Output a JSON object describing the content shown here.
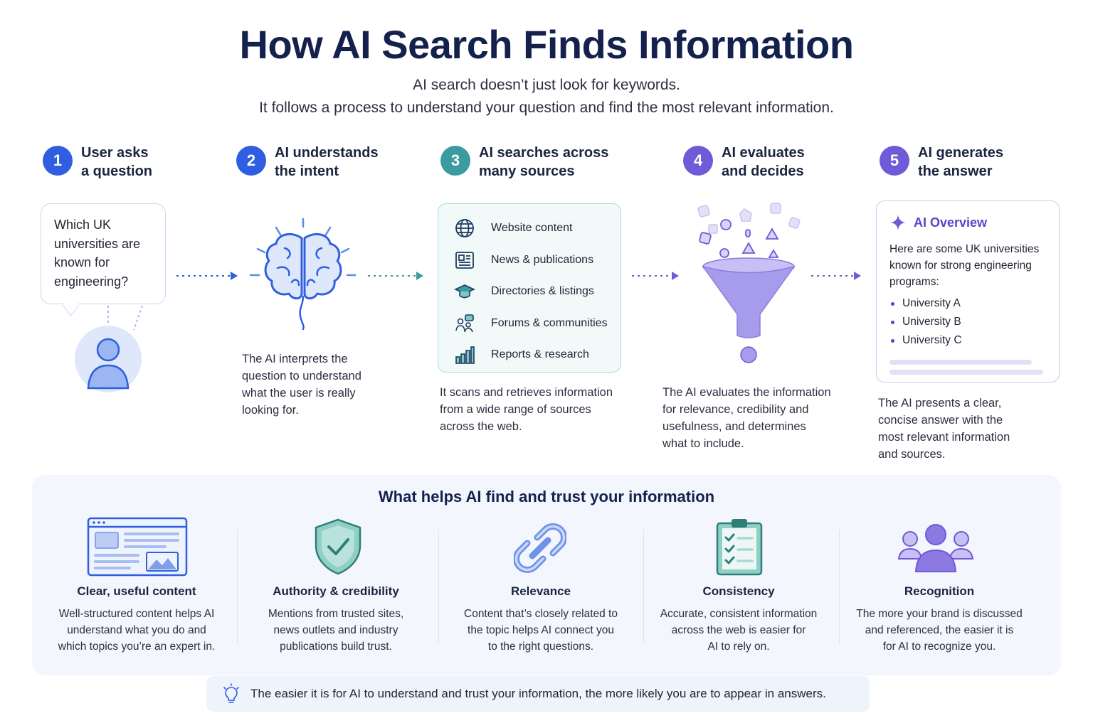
{
  "header": {
    "title": "How AI Search Finds Information",
    "subtitle_line1": "AI search doesn’t just look for keywords.",
    "subtitle_line2": "It follows a process to understand your question and find the most relevant information."
  },
  "steps": [
    {
      "number": "1",
      "title_line1": "User asks",
      "title_line2": "a question",
      "color": "#2f5fe0"
    },
    {
      "number": "2",
      "title_line1": "AI understands",
      "title_line2": "the intent",
      "color": "#2f5fe0",
      "desc": [
        "The AI interprets the",
        "question to understand",
        "what the user is really",
        "looking for."
      ]
    },
    {
      "number": "3",
      "title_line1": "AI searches across",
      "title_line2": "many sources",
      "color": "#3a9ca0",
      "desc": [
        "It scans and retrieves information",
        "from a wide range of sources",
        "across the web."
      ]
    },
    {
      "number": "4",
      "title_line1": "AI evaluates",
      "title_line2": "and decides",
      "color": "#6d5bd8",
      "desc": [
        "The AI evaluates the information",
        "for relevance, credibility and",
        "usefulness, and determines",
        "what to include."
      ]
    },
    {
      "number": "5",
      "title_line1": "AI generates",
      "title_line2": "the answer",
      "color": "#6d5bd8",
      "desc": [
        "The AI presents a clear,",
        "concise answer with the",
        "most relevant information",
        "and sources."
      ]
    }
  ],
  "question": [
    "Which UK",
    "universities are",
    "known for",
    "engineering?"
  ],
  "sources": [
    {
      "label": "Website content",
      "icon": "globe-icon"
    },
    {
      "label": "News & publications",
      "icon": "newspaper-icon"
    },
    {
      "label": "Directories & listings",
      "icon": "graduation-cap-icon"
    },
    {
      "label": "Forums & communities",
      "icon": "people-chat-icon"
    },
    {
      "label": "Reports & research",
      "icon": "bar-chart-icon"
    }
  ],
  "overview": {
    "heading": "AI Overview",
    "text": [
      "Here are some UK universities",
      "known for strong engineering",
      "programs:"
    ],
    "items": [
      "University A",
      "University B",
      "University C"
    ]
  },
  "factors": {
    "title": "What helps AI find and trust your information",
    "items": [
      {
        "title": "Clear, useful content",
        "icon": "webpage-icon",
        "text": [
          "Well-structured content helps AI",
          "understand what you do and",
          "which topics you’re an expert in."
        ]
      },
      {
        "title": "Authority & credibility",
        "icon": "shield-check-icon",
        "text": [
          "Mentions from trusted sites,",
          "news outlets and industry",
          "publications build trust."
        ]
      },
      {
        "title": "Relevance",
        "icon": "link-icon",
        "text": [
          "Content that’s closely related to",
          "the topic helps AI connect you",
          "to the right questions."
        ]
      },
      {
        "title": "Consistency",
        "icon": "clipboard-checklist-icon",
        "text": [
          "Accurate, consistent information",
          "across the web is easier for",
          "AI to rely on."
        ]
      },
      {
        "title": "Recognition",
        "icon": "people-group-icon",
        "text": [
          "The more your brand is discussed",
          "and referenced, the easier it is",
          "for AI to recognize you."
        ]
      }
    ]
  },
  "tip": {
    "icon": "lightbulb-icon",
    "text": "The easier it is for AI to understand and trust your information, the more likely you are to appear in answers."
  },
  "colors": {
    "navy": "#14214d",
    "blue": "#2f5fe0",
    "teal": "#3a9ca0",
    "purple": "#6d5bd8"
  }
}
